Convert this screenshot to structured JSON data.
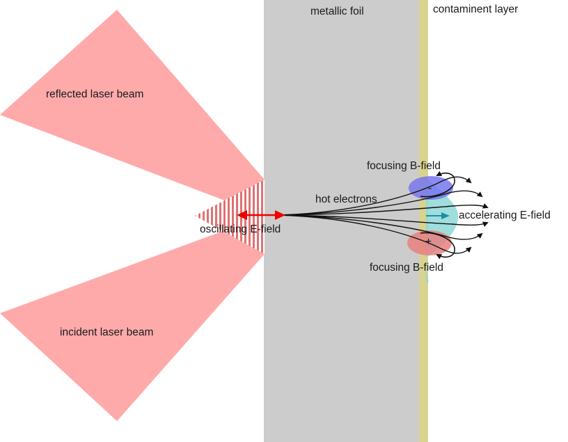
{
  "labels": {
    "metallic_foil": "metallic foil",
    "contaminent_layer": "contaminent layer",
    "reflected_beam": "reflected laser beam",
    "incident_beam": "incident laser beam",
    "hot_electrons": "hot electrons",
    "oscillating_field": "oscillating E-field",
    "accelerating_field": "accelerating E-field",
    "focusing_b_top": "focusing B-field",
    "focusing_b_bottom": "focusing B-field",
    "minus_sign": "-",
    "plus_sign": "+"
  },
  "colors": {
    "laser": "#ffaaaa",
    "foil": "#cccccc",
    "contaminant": "#d8d490",
    "e_field_arrow": "#ee0000",
    "accel_field": "#8fd8d8",
    "accel_arrow": "#1a90a0",
    "b_field_negative": "#7777ee",
    "b_field_positive": "#e88080"
  }
}
